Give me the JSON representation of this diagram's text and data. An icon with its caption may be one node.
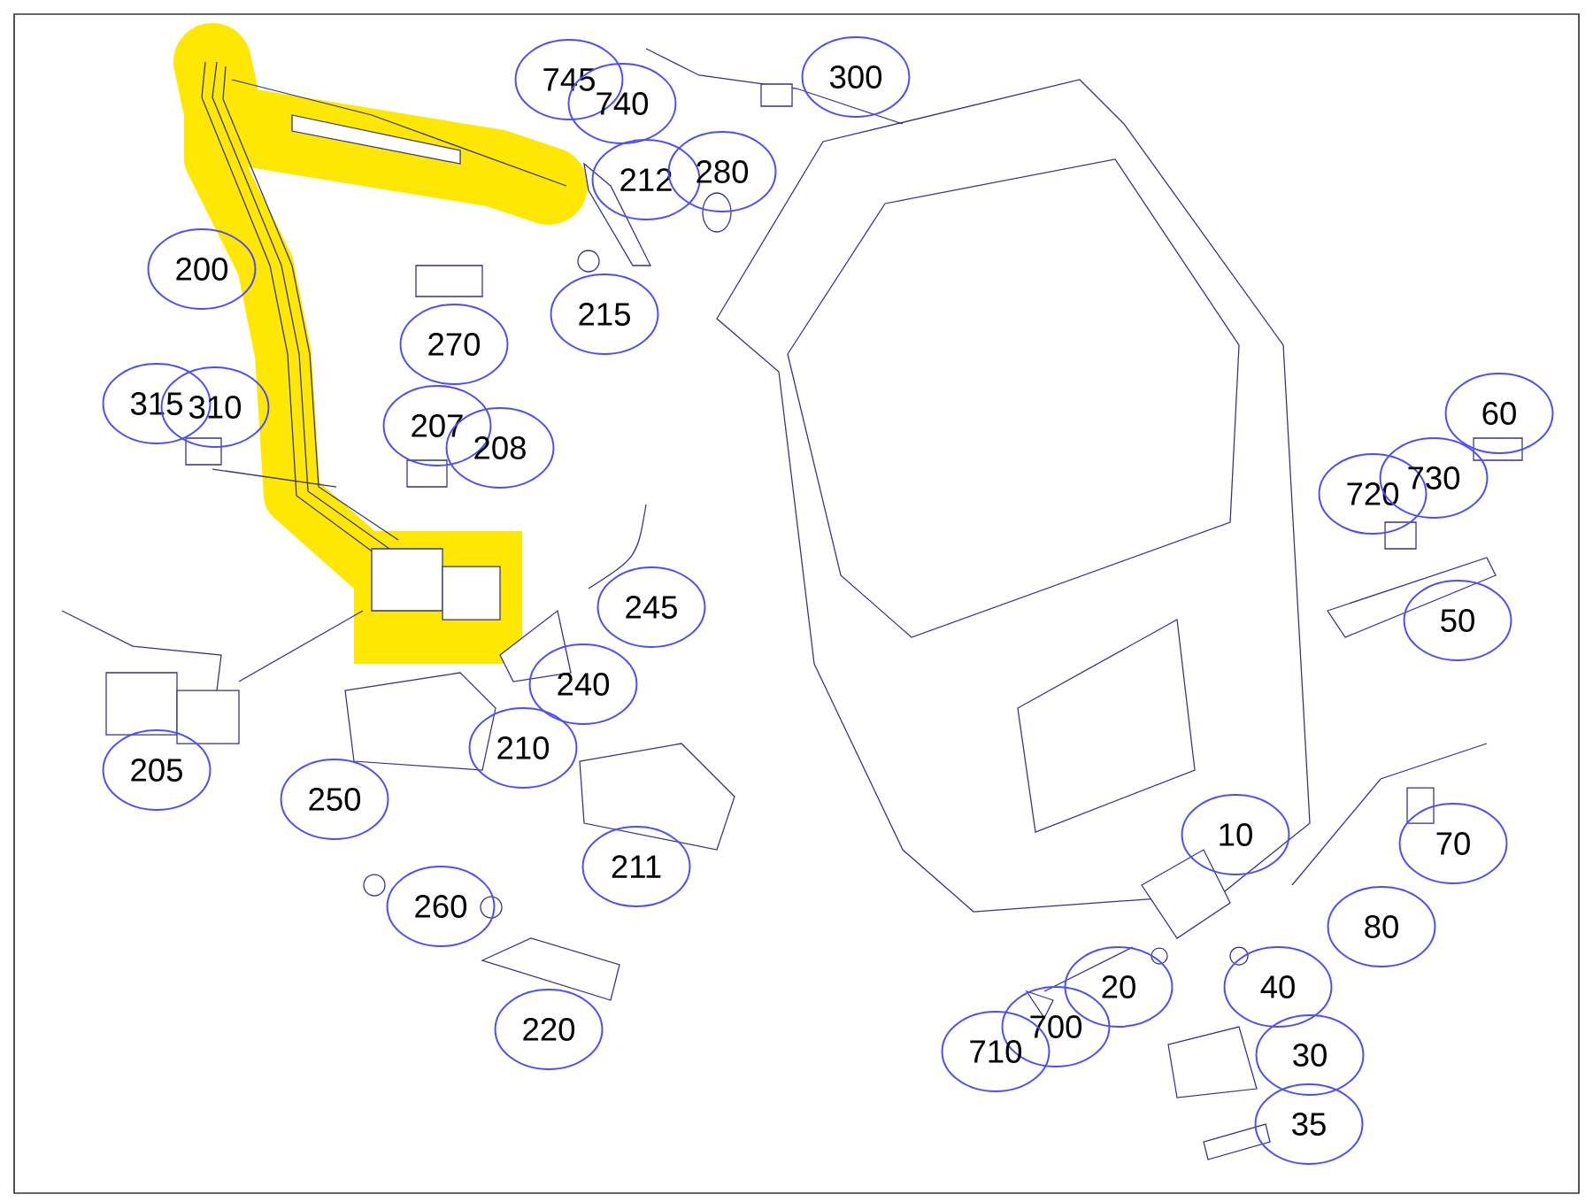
{
  "diagram": {
    "labels": [
      "745",
      "740",
      "300",
      "212",
      "280",
      "200",
      "215",
      "270",
      "60",
      "315",
      "310",
      "207",
      "208",
      "720",
      "730",
      "245",
      "50",
      "240",
      "210",
      "205",
      "250",
      "70",
      "10",
      "211",
      "260",
      "80",
      "20",
      "40",
      "700",
      "220",
      "710",
      "30",
      "35"
    ]
  }
}
